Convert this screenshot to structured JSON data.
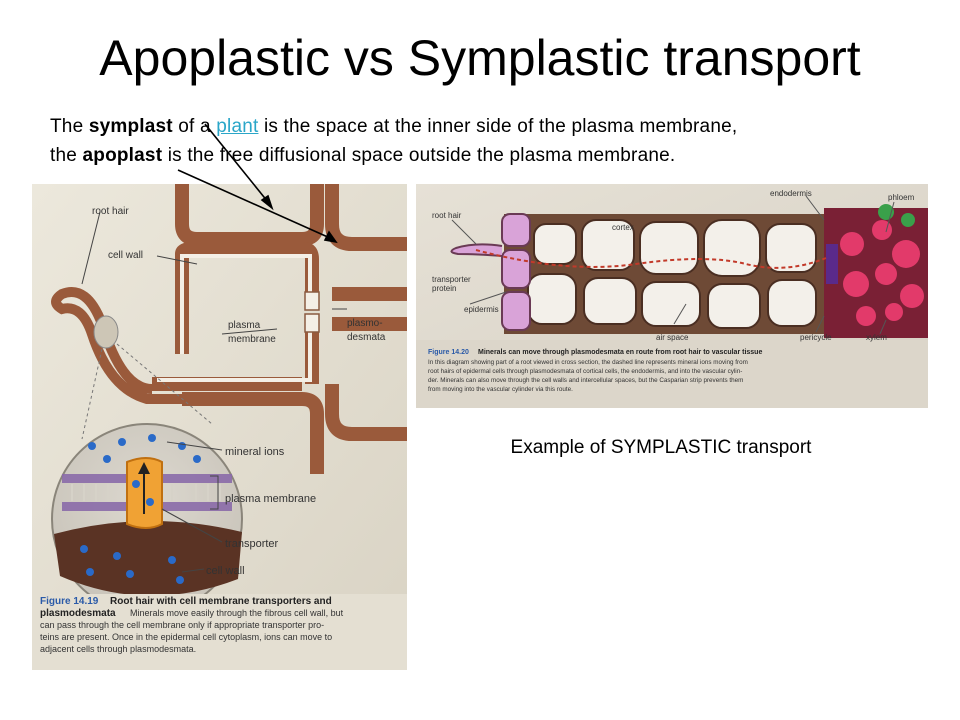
{
  "slide": {
    "title": "Apoplastic vs Symplastic transport",
    "intro": {
      "t1": "The ",
      "symplast": "symplast",
      "t2": " of a ",
      "plant_link": "plant",
      "t3": " is the space at the inner side of the plasma membrane,",
      "t4": "the ",
      "apoplast": "apoplast",
      "t5": " is the free diffusional space outside the plasma membrane."
    },
    "caption_right": "Example of SYMPLASTIC transport",
    "link_color": "#2aa6c8"
  },
  "figure_left": {
    "labels": {
      "root_hair": "root hair",
      "cell_wall_top": "cell wall",
      "plasma_membrane_1": "plasma",
      "plasma_membrane_2": "membrane",
      "plasmodesmata_1": "plasmo-",
      "plasmodesmata_2": "desmata",
      "mineral_ions": "mineral ions",
      "plasma_membrane_bracket": "plasma membrane",
      "transporter": "transporter",
      "cell_wall_bottom": "cell wall"
    },
    "caption": {
      "figure_no": "Figure 14.19",
      "title_a": "Root hair with cell membrane transporters and",
      "title_b": "plasmodesmata",
      "line1": "Minerals move easily through the fibrous cell wall, but",
      "line2": "can pass through the cell membrane only if appropriate transporter pro-",
      "line3": "teins are present. Once in the epidermal cell cytoplasm, ions can move to",
      "line4": "adjacent cells through plasmodesmata."
    }
  },
  "figure_right": {
    "labels": {
      "root_hair": "root hair",
      "cortex": "cortex",
      "endodermis": "endodermis",
      "phloem": "phloem",
      "transporter_1": "transporter",
      "transporter_2": "protein",
      "epidermis": "epidermis",
      "air_space": "air space",
      "pericycle": "pericycle",
      "xylem": "xylem"
    },
    "caption": {
      "figure_no": "Figure 14.20",
      "title": "Minerals can move through plasmodesmata en route from root hair to vascular tissue",
      "line1": "In this diagram showing part of a root viewed in cross section, the dashed line represents mineral ions moving from",
      "line2": "root hairs of epidermal cells through plasmodesmata of cortical cells, the endodermis, and into the vascular cylin-",
      "line3": "der. Minerals can also move through the cell walls and intercellular spaces, but the Casparian strip prevents them",
      "line4": "from moving into the vascular cylinder via this route."
    }
  }
}
